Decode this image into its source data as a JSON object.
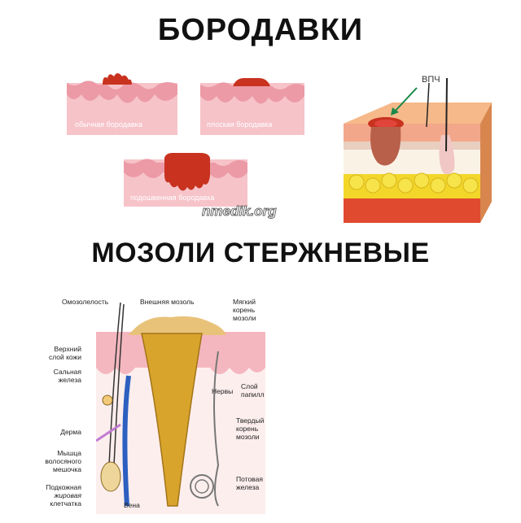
{
  "titles": {
    "warts": "БОРОДАВКИ",
    "corns": "МОЗОЛИ СТЕРЖНЕВЫЕ"
  },
  "warts": {
    "captions": [
      "обычная бородавка",
      "плоская бородавка",
      "подошвенная бородавка"
    ],
    "virus_label": "ВПЧ"
  },
  "watermark": "nmedik.org",
  "corn_diagram": {
    "labels": {
      "callus": "Омозолелость",
      "outer_corn": "Внешняя мозоль",
      "soft_root_1": "Мягкий",
      "soft_root_2": "корень",
      "soft_root_3": "мозоли",
      "upper_skin_1": "Верхний",
      "upper_skin_2": "слой кожи",
      "sebaceous_1": "Сальная",
      "sebaceous_2": "железа",
      "nerves": "Нервы",
      "papillary_1": "Слой",
      "papillary_2": "папилл",
      "dermis": "Дерма",
      "muscle_1": "Мышца",
      "muscle_2": "волосяного",
      "muscle_3": "мешочка",
      "hard_root_1": "Твердый",
      "hard_root_2": "корень",
      "hard_root_3": "мозоли",
      "subcut_1": "Подкожная",
      "subcut_2": "жировая",
      "subcut_3": "клетчатка",
      "vein": "Вена",
      "sweat_1": "Потовая",
      "sweat_2": "железа"
    }
  },
  "colors": {
    "skin_pink": "#f4b7bf",
    "skin_dark": "#e88d9a",
    "wart_red": "#c8321e",
    "fat_yellow": "#f2d62a",
    "corn_gold": "#d9a42c"
  }
}
